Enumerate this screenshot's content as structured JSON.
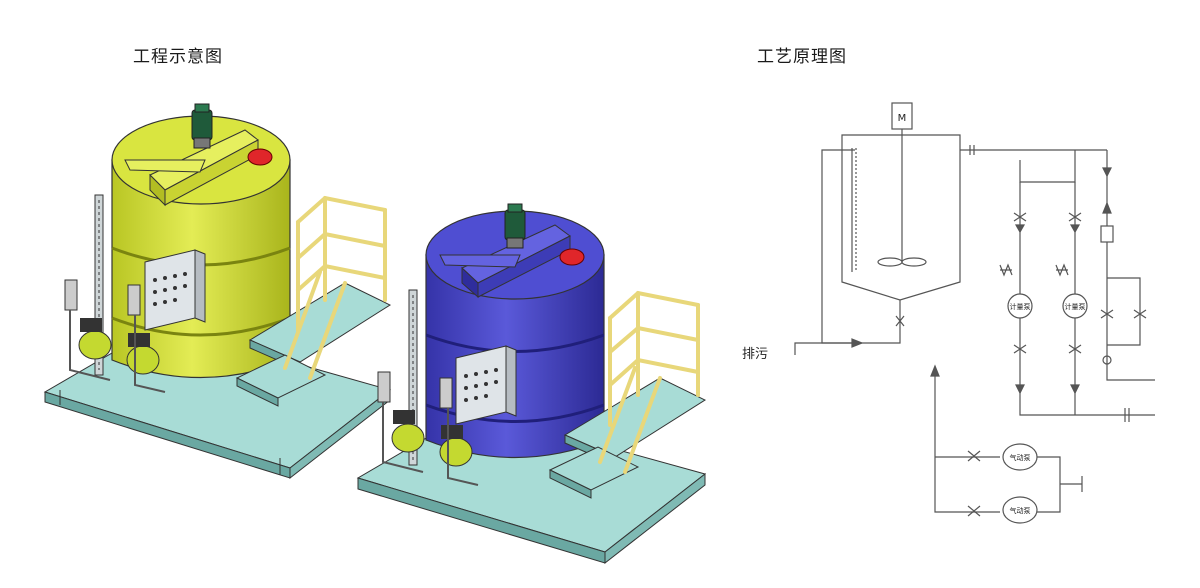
{
  "titles": {
    "left": "工程示意图",
    "right": "工艺原理图"
  },
  "schematic": {
    "motor_label": "M",
    "drain_label": "排污",
    "metering_pump_label": "计量泵",
    "air_pump_label": "气动泵"
  },
  "colors": {
    "tank_yellow": "#d6e23a",
    "tank_blue": "#4a49c6",
    "base_teal": "#a8dcd6",
    "railing": "#e8d77a",
    "pump_green": "#c4d930",
    "red_cap": "#e0262a",
    "line": "#555555"
  }
}
